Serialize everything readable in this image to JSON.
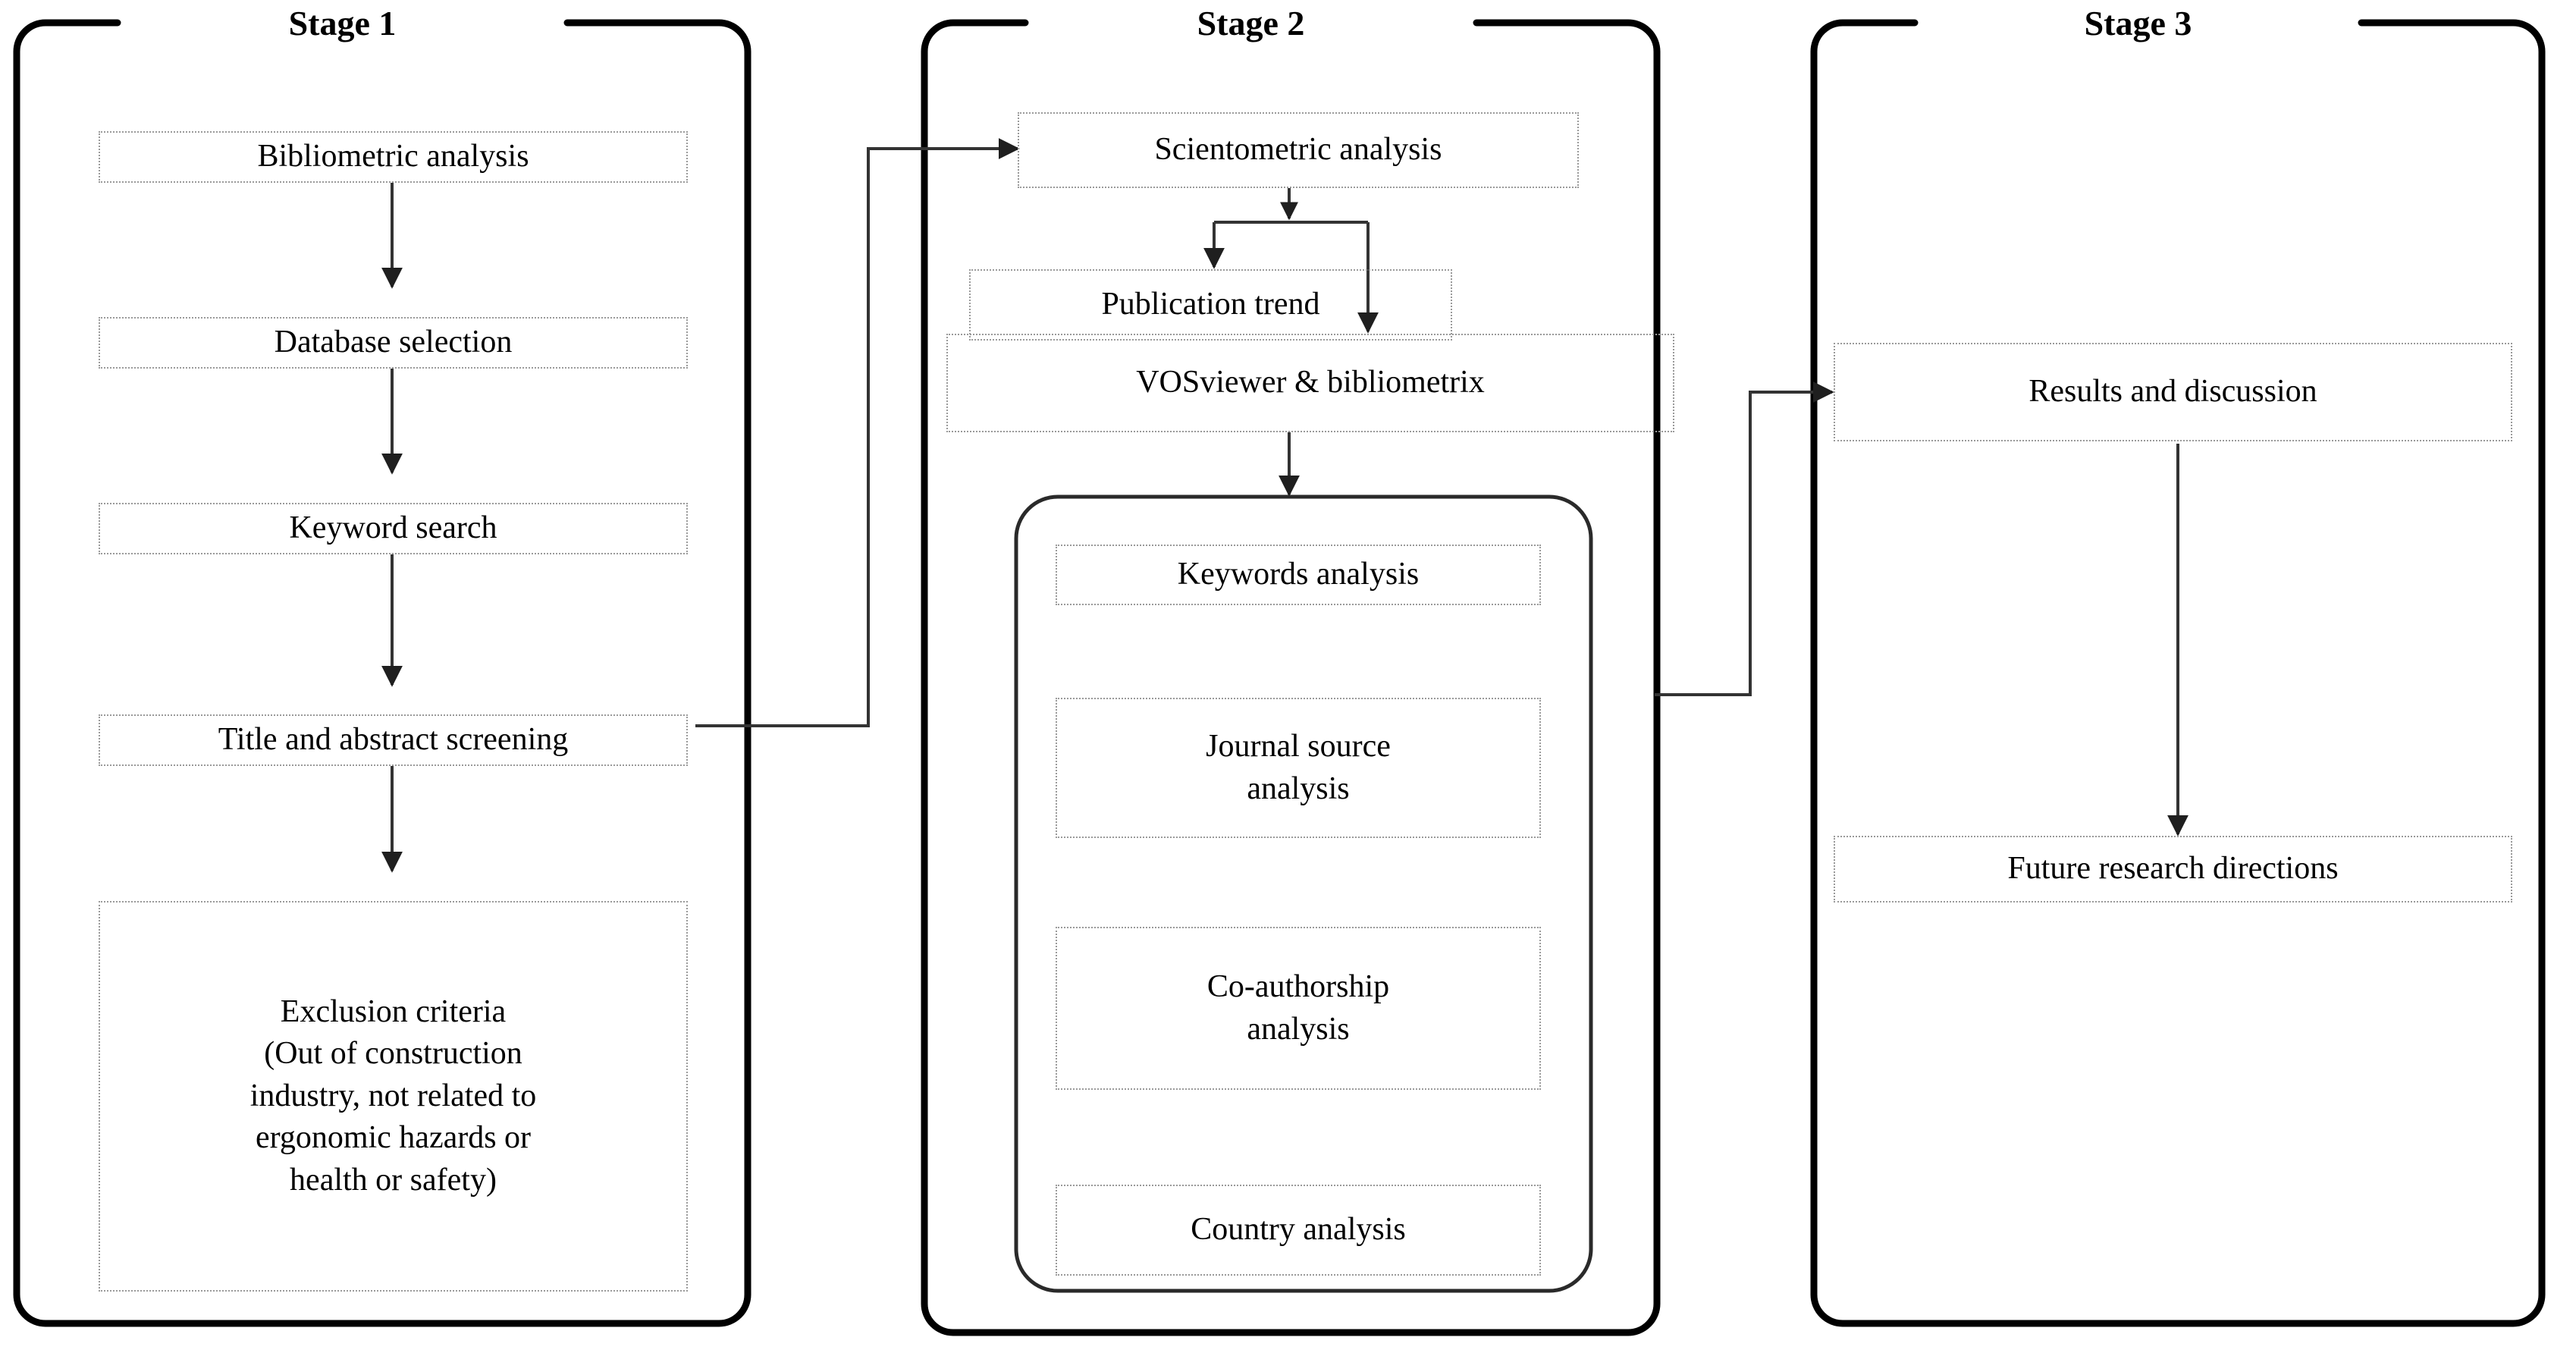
{
  "diagram": {
    "title_absent": true,
    "stages": [
      {
        "id": "stage-1",
        "label": "Stage 1",
        "nodes": [
          {
            "id": "bibliometric-analysis",
            "text": "Bibliometric analysis"
          },
          {
            "id": "database-selection",
            "text": "Database selection"
          },
          {
            "id": "keyword-search",
            "text": "Keyword search"
          },
          {
            "id": "title-abstract-screening",
            "text": "Title and abstract screening"
          },
          {
            "id": "exclusion-criteria",
            "text": "Exclusion criteria\n(Out of construction\nindustry, not related to\nergonomic hazards or\nhealth or safety)"
          }
        ]
      },
      {
        "id": "stage-2",
        "label": "Stage 2",
        "nodes": [
          {
            "id": "scientometric-analysis",
            "text": "Scientometric analysis"
          },
          {
            "id": "publication-trend",
            "text": "Publication trend"
          },
          {
            "id": "vosviewer-bibliometrix",
            "text": "VOSviewer & bibliometrix"
          }
        ],
        "group": {
          "id": "tool-analyses-group",
          "nodes": [
            {
              "id": "keywords-analysis",
              "text": "Keywords analysis"
            },
            {
              "id": "journal-source-analysis",
              "text": "Journal source\nanalysis"
            },
            {
              "id": "co-authorship-analysis",
              "text": "Co-authorship\nanalysis"
            },
            {
              "id": "country-analysis",
              "text": "Country analysis"
            }
          ]
        }
      },
      {
        "id": "stage-3",
        "label": "Stage 3",
        "nodes": [
          {
            "id": "results-and-discussion",
            "text": "Results and discussion"
          },
          {
            "id": "future-research-directions",
            "text": "Future research directions"
          }
        ]
      }
    ],
    "connectors": [
      {
        "id": "bibliometric-to-database",
        "from": "bibliometric-analysis",
        "to": "database-selection",
        "kind": "vertical-arrow"
      },
      {
        "id": "database-to-keyword",
        "from": "database-selection",
        "to": "keyword-search",
        "kind": "vertical-arrow"
      },
      {
        "id": "keyword-to-title",
        "from": "keyword-search",
        "to": "title-abstract-screening",
        "kind": "vertical-arrow"
      },
      {
        "id": "title-to-exclusion",
        "from": "title-abstract-screening",
        "to": "exclusion-criteria",
        "kind": "vertical-arrow"
      },
      {
        "id": "stage1-to-stage2",
        "from": "title-abstract-screening",
        "to": "scientometric-analysis",
        "kind": "elbow-arrow"
      },
      {
        "id": "scientometric-split",
        "from": "scientometric-analysis",
        "to": "publication-trend|vosviewer-bibliometrix",
        "kind": "split-arrow"
      },
      {
        "id": "vosviewer-to-group",
        "from": "vosviewer-bibliometrix",
        "to": "tool-analyses-group",
        "kind": "vertical-arrow"
      },
      {
        "id": "stage2-to-stage3",
        "from": "tool-analyses-group",
        "to": "results-and-discussion",
        "kind": "elbow-arrow"
      },
      {
        "id": "results-to-future",
        "from": "results-and-discussion",
        "to": "future-research-directions",
        "kind": "vertical-arrow"
      }
    ],
    "colors": {
      "container_stroke": "#000000",
      "node_border": "#9a9a9a",
      "connector": "#333333",
      "text": "#000000",
      "background": "#ffffff"
    }
  }
}
